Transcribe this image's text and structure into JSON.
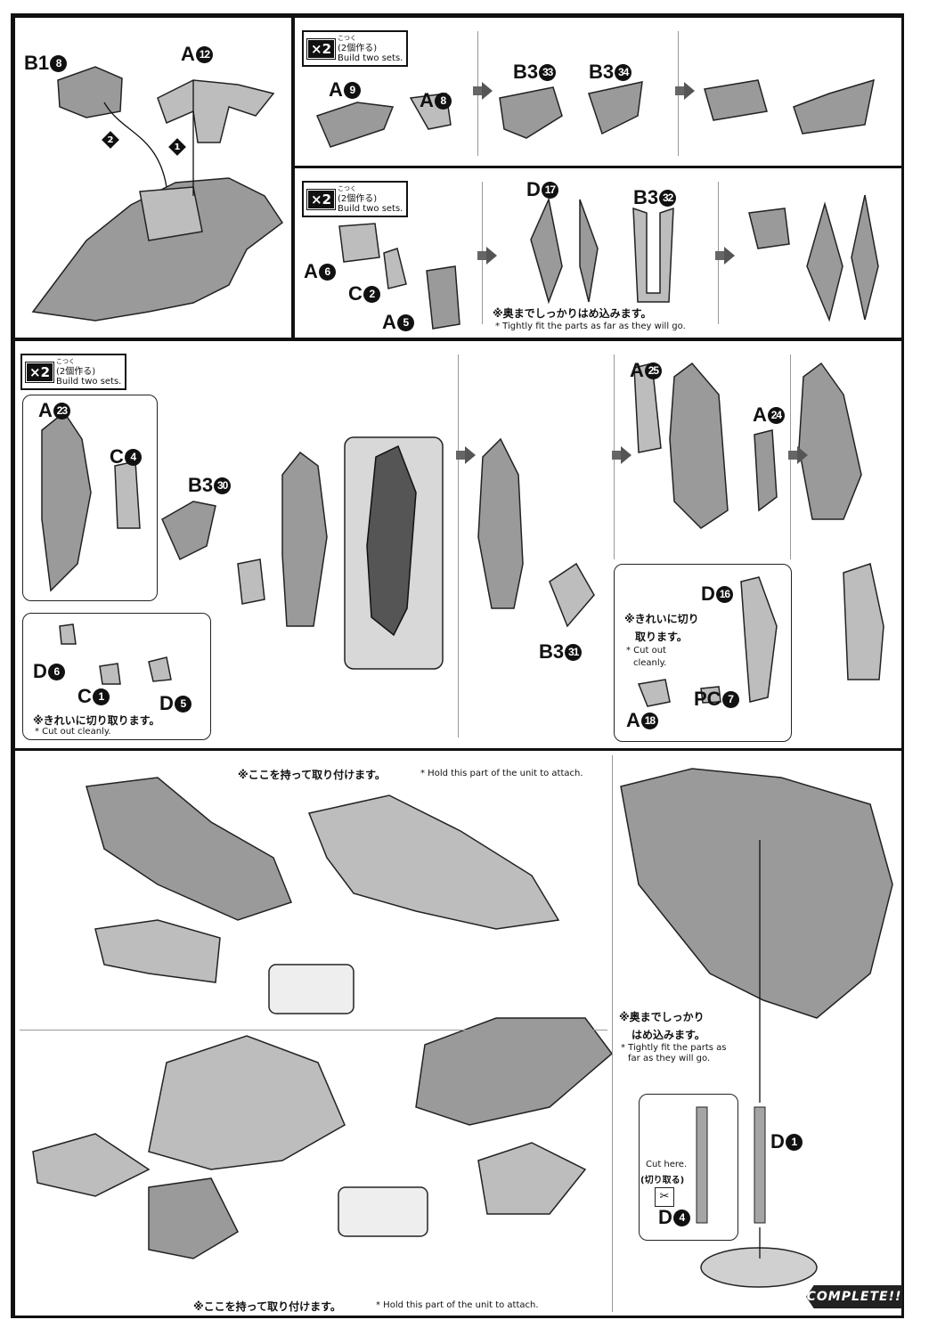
{
  "badge": {
    "count": "×2",
    "jp": "(2個作る)",
    "furigana": "こつく",
    "en": "Build two sets."
  },
  "panel1": {
    "parts": [
      {
        "letter": "B1",
        "num": "8"
      },
      {
        "letter": "A",
        "num": "12"
      }
    ],
    "steps": [
      "2",
      "1"
    ]
  },
  "panel2": {
    "parts": [
      {
        "letter": "A",
        "num": "9"
      },
      {
        "letter": "A",
        "num": "8"
      },
      {
        "letter": "B3",
        "num": "33"
      },
      {
        "letter": "B3",
        "num": "34"
      }
    ]
  },
  "panel3": {
    "parts": [
      {
        "letter": "A",
        "num": "6"
      },
      {
        "letter": "C",
        "num": "2"
      },
      {
        "letter": "A",
        "num": "5"
      },
      {
        "letter": "D",
        "num": "17"
      },
      {
        "letter": "B3",
        "num": "32"
      }
    ],
    "note_jp": "※奥までしっかりはめ込みます。",
    "note_en": "* Tightly fit the parts as far as they will go."
  },
  "panel4": {
    "parts": [
      {
        "letter": "A",
        "num": "23"
      },
      {
        "letter": "C",
        "num": "4"
      },
      {
        "letter": "B3",
        "num": "30"
      },
      {
        "letter": "D",
        "num": "6"
      },
      {
        "letter": "C",
        "num": "1"
      },
      {
        "letter": "D",
        "num": "5"
      },
      {
        "letter": "B3",
        "num": "31"
      },
      {
        "letter": "A",
        "num": "25"
      },
      {
        "letter": "A",
        "num": "24"
      },
      {
        "letter": "D",
        "num": "16"
      },
      {
        "letter": "PC",
        "num": "7"
      },
      {
        "letter": "A",
        "num": "18"
      }
    ],
    "cut_note_jp": "※きれいに切り取ります。",
    "cut_note_en": "* Cut out cleanly.",
    "cut_note2_jp1": "※きれいに切り",
    "cut_note2_jp2": "取ります。",
    "cut_note2_en1": "* Cut out",
    "cut_note2_en2": "cleanly."
  },
  "panel5": {
    "hold_jp": "※ここを持って取り付けます。",
    "hold_en": "* Hold this part of the unit to attach.",
    "fit_jp1": "※奥までしっかり",
    "fit_jp2": "はめ込みます。",
    "fit_en1": "* Tightly fit the parts as",
    "fit_en2": "far as they will go.",
    "cut_en": "Cut here.",
    "cut_jp": "(切り取る)",
    "parts": [
      {
        "letter": "D",
        "num": "1"
      },
      {
        "letter": "D",
        "num": "4"
      }
    ],
    "complete": "COMPLETE!!"
  }
}
